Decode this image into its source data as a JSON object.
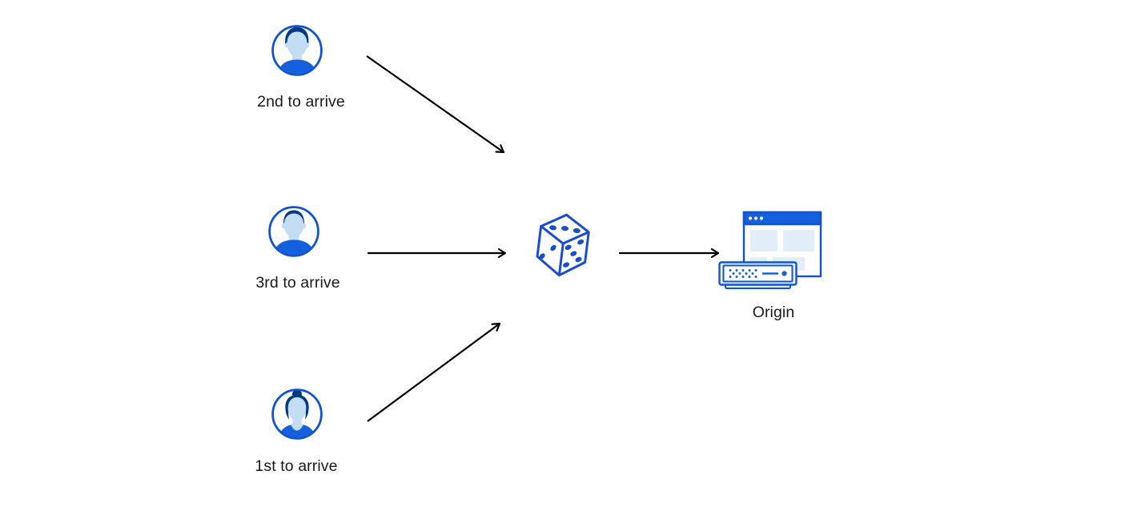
{
  "diagram": {
    "title": "Random routing of arriving users through a dice to an origin server",
    "nodes": [
      {
        "id": "user-2nd",
        "type": "user-avatar-man-tall-hair",
        "label": "2nd to arrive"
      },
      {
        "id": "user-3rd",
        "type": "user-avatar-man-short-hair",
        "label": "3rd to arrive"
      },
      {
        "id": "user-1st",
        "type": "user-avatar-woman-bun",
        "label": "1st to arrive"
      },
      {
        "id": "randomizer",
        "type": "dice",
        "label": ""
      },
      {
        "id": "origin",
        "type": "origin-server-browser",
        "label": "Origin"
      }
    ],
    "edges": [
      {
        "from": "user-2nd",
        "to": "randomizer"
      },
      {
        "from": "user-3rd",
        "to": "randomizer"
      },
      {
        "from": "user-1st",
        "to": "randomizer"
      },
      {
        "from": "randomizer",
        "to": "origin"
      }
    ],
    "icons": [
      "user-avatar-icon",
      "user-avatar-icon",
      "user-avatar-icon",
      "dice-icon",
      "origin-server-icon"
    ]
  },
  "colors": {
    "background": "#ffffff",
    "brand_blue": "#1560dd",
    "stroke_blue": "#1353cd",
    "dice_blue": "#1a4dcb",
    "hair_navy": "#063a82",
    "face_light_blue": "#c3ddf4",
    "panel_light_blue": "#e2eefa",
    "server_light_blue": "#eaf4fd",
    "arrow_black": "#000000",
    "text": "#1b1b1b"
  }
}
